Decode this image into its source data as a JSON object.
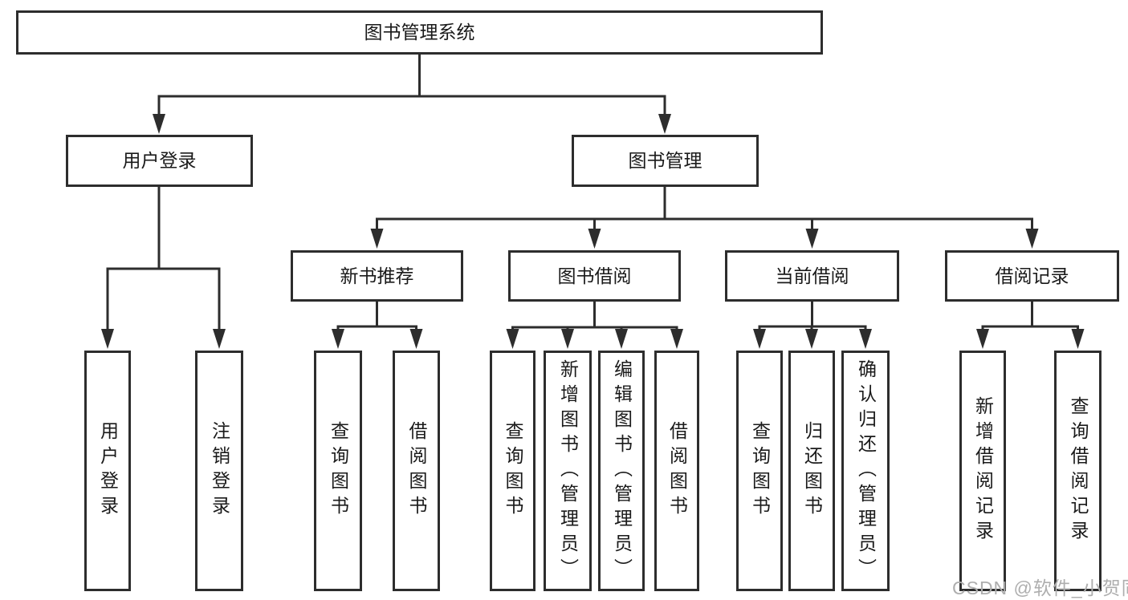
{
  "diagram": {
    "type": "hierarchy-tree",
    "colors": {
      "line": "#2d2d2d",
      "node_border": "#2d2d2d",
      "node_fill": "#ffffff",
      "text": "#1a1a1a",
      "background": "#ffffff",
      "watermark_text_color": "#aeaeae"
    },
    "tree": {
      "label": "图书管理系统",
      "children": [
        {
          "label": "用户登录",
          "children": [
            {
              "label": "用户登录"
            },
            {
              "label": "注销登录"
            }
          ]
        },
        {
          "label": "图书管理",
          "children": [
            {
              "label": "新书推荐",
              "children": [
                {
                  "label": "查询图书"
                },
                {
                  "label": "借阅图书"
                }
              ]
            },
            {
              "label": "图书借阅",
              "children": [
                {
                  "label": "查询图书"
                },
                {
                  "label": "新增图书（管理员）"
                },
                {
                  "label": "编辑图书（管理员）"
                },
                {
                  "label": "借阅图书"
                }
              ]
            },
            {
              "label": "当前借阅",
              "children": [
                {
                  "label": "查询图书"
                },
                {
                  "label": "归还图书"
                },
                {
                  "label": "确认归还（管理员）"
                }
              ]
            },
            {
              "label": "借阅记录",
              "children": [
                {
                  "label": "新增借阅记录"
                },
                {
                  "label": "查询借阅记录"
                }
              ]
            }
          ]
        }
      ]
    }
  },
  "watermark": {
    "text": "CSDN @软件_小贺同学"
  }
}
